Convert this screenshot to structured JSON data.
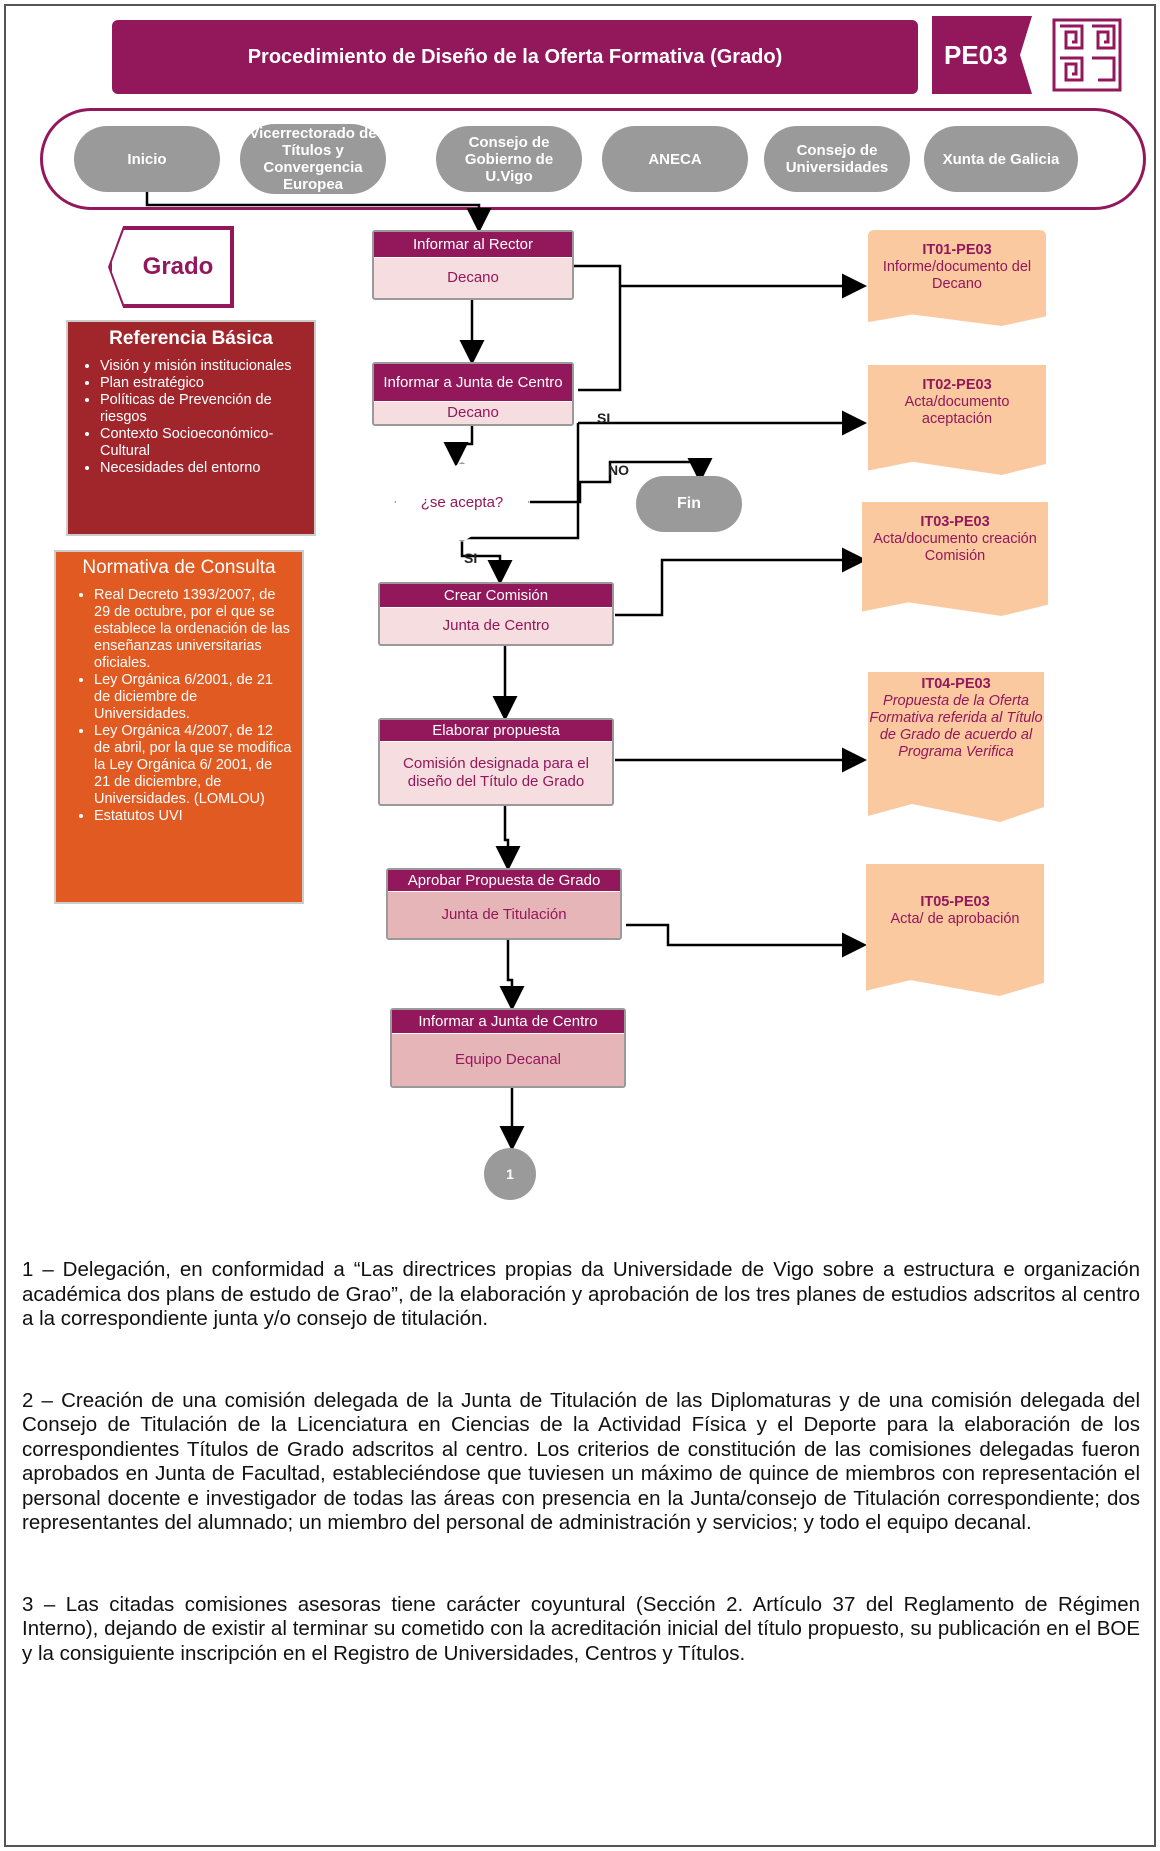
{
  "header": {
    "title": "Procedimiento de Diseño de la Oferta Formativa  (Grado)",
    "code": "PE03"
  },
  "roles": [
    "Inicio",
    "Vicerrectorado de Títulos y Convergencia Europea",
    "Consejo de Gobierno de U.Vigo",
    "ANECA",
    "Consejo de Universidades",
    "Xunta de Galicia"
  ],
  "grado_label": "Grado",
  "referencia": {
    "title": "Referencia Básica",
    "items": [
      "Visión y misión institucionales",
      "Plan estratégico",
      "Políticas de Prevención de riesgos",
      "Contexto Socioeconómico-Cultural",
      "Necesidades del entorno"
    ]
  },
  "normativa": {
    "title": "Normativa de Consulta",
    "items": [
      "Real Decreto 1393/2007, de 29 de octubre, por el que se establece la ordenación de las enseñanzas universitarias oficiales.",
      "Ley Orgánica 6/2001, de 21 de diciembre de Universidades.",
      "Ley Orgánica 4/2007, de 12 de abril, por la que se modifica la Ley Orgánica 6/ 2001, de 21 de diciembre, de Universidades. (LOMLOU)",
      "Estatutos UVI"
    ]
  },
  "steps": [
    {
      "action": "Informar al Rector",
      "actor": "Decano"
    },
    {
      "action": "Informar a Junta de Centro",
      "actor": "Decano"
    },
    {
      "action": "Crear Comisión",
      "actor": "Junta de Centro"
    },
    {
      "action": "Elaborar propuesta",
      "actor": "Comisión designada para el diseño del Título de Grado"
    },
    {
      "action": "Aprobar Propuesta de Grado",
      "actor": "Junta de Titulación"
    },
    {
      "action": "Informar a Junta de Centro",
      "actor": "Equipo Decanal"
    }
  ],
  "decision": {
    "question": "¿se acepta?",
    "yes": "SI",
    "no": "NO",
    "end": "Fin"
  },
  "documents": [
    {
      "code": "IT01-PE03",
      "text": "Informe/documento del Decano"
    },
    {
      "code": "IT02-PE03",
      "text": "Acta/documento aceptación"
    },
    {
      "code": "IT03-PE03",
      "text": "Acta/documento creación Comisión"
    },
    {
      "code": "IT04-PE03",
      "text": "Propuesta de la Oferta Formativa referida al Título de Grado de acuerdo al Programa Verifica"
    },
    {
      "code": "IT05-PE03",
      "text": "Acta/ de aprobación"
    }
  ],
  "connector_label": "1",
  "notes": [
    "1 – Delegación, en conformidad a “Las directrices propias da Universidade de Vigo sobre a estructura e organización académica dos plans de estudo de Grao”, de la elaboración y aprobación de los tres planes de estudios adscritos al centro a la correspondiente junta y/o consejo de titulación.",
    "2 – Creación de una comisión delegada de la Junta de Titulación de las Diplomaturas y de una comisión delegada del Consejo de Titulación de la Licenciatura en Ciencias de la Actividad Física y el Deporte para la elaboración de los correspondientes Títulos de Grado adscritos al centro. Los criterios de constitución de las comisiones delegadas fueron aprobados en Junta de Facultad, estableciéndose que tuviesen un máximo de quince de miembros con representación el personal docente e investigador de todas las áreas con presencia en la Junta/consejo de Titulación correspondiente; dos representantes del alumnado; un miembro del personal de administración y servicios; y todo el equipo decanal.",
    "3 – Las citadas comisiones asesoras tiene carácter coyuntural (Sección 2. Artículo 37 del Reglamento de Régimen Interno), dejando de existir al terminar su cometido con la acreditación inicial del título propuesto, su publicación en el BOE y la consiguiente inscripción en el Registro de Universidades, Centros y Títulos."
  ]
}
